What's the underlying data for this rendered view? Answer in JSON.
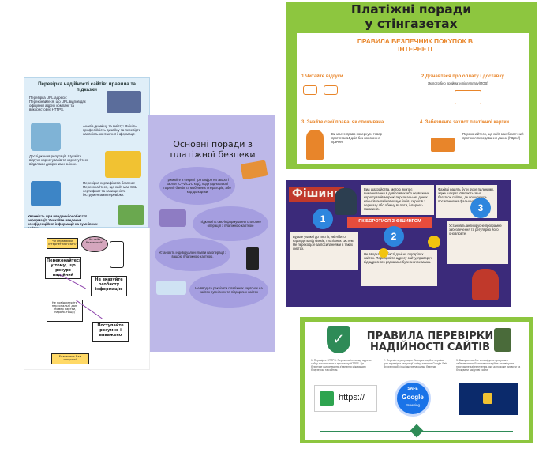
{
  "poster1": {
    "title": "Перевірка надійності сайтів: правила та підказки",
    "s1": "Перевірка URL-адреси: Переконайтеся, що URL відповідає офіційній адресі компанії та використовує HTTPS.",
    "s2": "Аналіз дизайну та вмісту: Оцініть професійність дизайну та перевірте наявність контактної інформації.",
    "s3": "Дослідження репутації: Шукайте відгуки користувачів та користуйтеся відділами довіреними оцінок.",
    "s4": "Перевірка сертифікатів безпеки: Переконайтеся, що сайт має SSL-сертифікат та захищеність інструментами перевірки.",
    "s5": "Уважність при введенні особистої інформації: Уникайте введення конфіденційної інформації на сумнівних сайтах."
  },
  "poster2": {
    "title": "Основні поради з платіжної безпеки",
    "b1": "Тримайте в секреті три цифри на звороті картки (CVV/CVC код), коди (одноразові паролі) банків та мобільних операторів, або код до картки",
    "b2": "Підключіть смс-інформування стосовно операцій з платіжною карткою",
    "b3": "Установіть індивідуальні ліміти на операції з вашою платіжною карткою.",
    "b4": "Не вводьте реквізити платіжних карточок на сайтах сумнівних та підозрілих сайтах"
  },
  "poster3": {
    "q1": "Чи справжній інтернет-магазин?",
    "q1b": "Чи сайт безпечний?",
    "f1": "Переконайтеся у тому, що ресурс надійний",
    "f2": "Не вказуйте особисту інформацію",
    "f3": "Не повідомляйте персональні дані (номер картки, пароль тощо)",
    "f4": "Поступайте розумно і виважено",
    "footer": "Безпечних Вам покупок!"
  },
  "poster4": {
    "title_line1": "Платіжні поради",
    "title_line2": "у стінгазетах",
    "subtitle": "ПРАВИЛА БЕЗПЕЧНИК ПОКУПОК В ІНТЕРНЕТІ",
    "r1": "1.Читайте відгуки",
    "r2": "2.Дізнайтеся про оплату і доставку",
    "r2_note": "Як потрібно приймати післяплату(ПОВ)",
    "r3": "3. Знайте свої права, як споживача",
    "r3_note": "Ви маєте право повернути товар протягом 14 днів без пояснення причин.",
    "r4": "4. Забезпечте захист платіжної картки",
    "r4_note": "Переконайтеся, що сайт має безпечний протокол передавання даних (https://)"
  },
  "poster5": {
    "title": "Фішинг",
    "center": "ЯК БОРОТИСЯ З ФІШИНГОМ",
    "n1": "1",
    "n2": "2",
    "n3": "3",
    "p1": "Вид шахрайства, метою якого є виманювання в довірливих або неуважних користувачів мережі персональних даних клієнтів онлайнових аукціонів, сервісів з переказу або обміну валюти, інтернет-магазинів.",
    "p2": "Фахівці радять бути дуже пильними, адже шахраї з'являються на багатьох сайтах, де поширюють посилання на фальшиві сторінки.",
    "p3": "Будьте уважні до листів, які нібито надходять від банків, платіжних систем. Не переходьте за посиланнями в таких листах.",
    "p4": "Не вводьте особисті дані на підозрілих сайтах. Перевіряйте адресу сайту, праворуч від адресного рядка має бути значок замка.",
    "p5": "Установіть антивірусне програмне забезпечення та регулярно його оновлюйте."
  },
  "poster6": {
    "title": "ПРАВИЛА ПЕРЕВІРКИ НАДІЙНОСТІ САЙТІВ",
    "c1": "1. Перевірте HTTPS: Переконайтеся, що адреса сайту починається з протоколу HTTPS. Це безпечне шифрування з'єднання між вашим браузером та сайтом.",
    "c2": "2. Перевірте репутацію: Використовуйте сервіси для перевірки репутації сайту, таких як Google Safe Browsing або інші джерела оцінки безпеки.",
    "c3": "3. Використовуйте антивірусне програмне забезпечення: Встановіть надійне антивірусне програмне забезпечення, яке допоможе виявити та блокувати шкідливі сайти.",
    "https_label": "https://",
    "safe_top": "SAFE",
    "safe_mid": "Google",
    "safe_bot": "Browsing"
  }
}
